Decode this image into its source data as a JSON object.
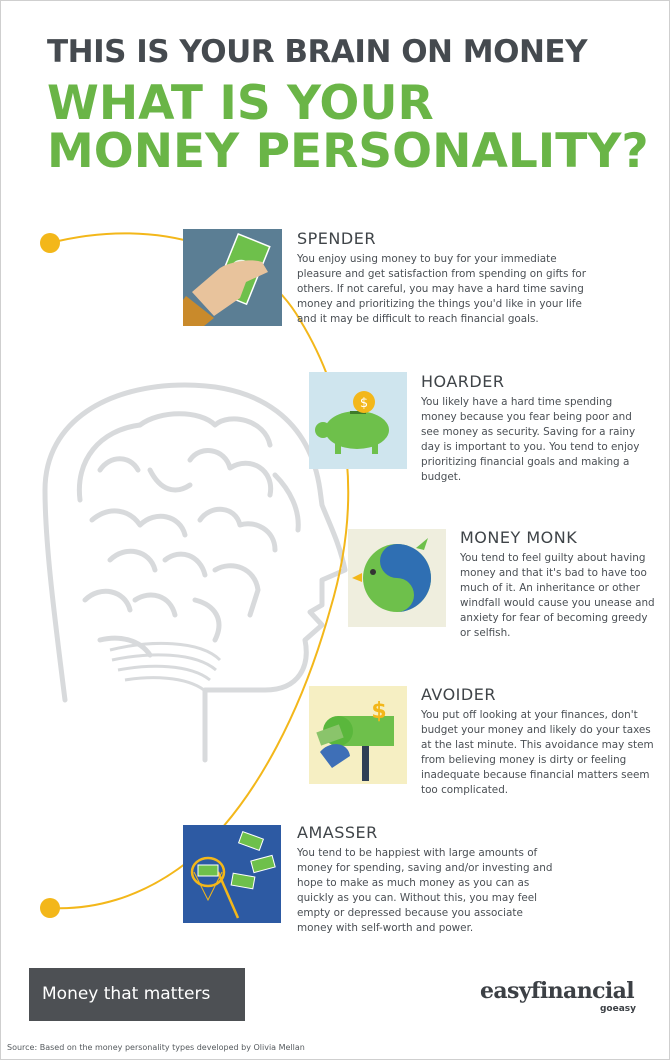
{
  "header": {
    "title": "THIS IS YOUR BRAIN ON MONEY",
    "subtitle_line1": "WHAT IS YOUR",
    "subtitle_line2": "MONEY PERSONALITY?"
  },
  "personalities": [
    {
      "title": "SPENDER",
      "icon": "hand-with-money-icon",
      "description": "You enjoy using money to buy for your immediate pleasure and get satisfaction from spending on gifts for others. If not careful, you may have a hard time saving money and prioritizing the things you'd like in your life and it may be difficult to reach financial goals."
    },
    {
      "title": "HOARDER",
      "icon": "piggy-bank-icon",
      "description": "You likely have a hard time spending money because you fear being poor and see money as security. Saving for a rainy day is important to you. You tend to enjoy prioritizing financial goals and making a budget."
    },
    {
      "title": "MONEY MONK",
      "icon": "bird-icon",
      "description": "You tend to feel guilty about having money and that it's bad to have too much of it. An inheritance or other windfall would cause you unease and anxiety for fear of becoming greedy or selfish."
    },
    {
      "title": "AVOIDER",
      "icon": "mailbox-icon",
      "description": "You put off looking at your finances, don't budget your money and likely do your taxes at the last minute. This avoidance may stem from believing money is dirty or feeling inadequate because financial matters seem too complicated."
    },
    {
      "title": "AMASSER",
      "icon": "butterfly-net-icon",
      "description": "You tend to be happiest with large amounts of money for spending, saving and/or investing and hope to make as much money as you can as quickly as you can. Without this, you may feel empty or depressed because you associate money with self-worth and power."
    }
  ],
  "footer": {
    "tagline": "Money that matters",
    "brand": "easyfinancial",
    "brand_sub": "goeasy",
    "source": "Source: Based on the money personality types developed by Olivia Mellan"
  },
  "colors": {
    "title_dark": "#454a4f",
    "title_green": "#6ab547",
    "timeline": "#f3b71a",
    "footer_bar": "#4d5054"
  }
}
